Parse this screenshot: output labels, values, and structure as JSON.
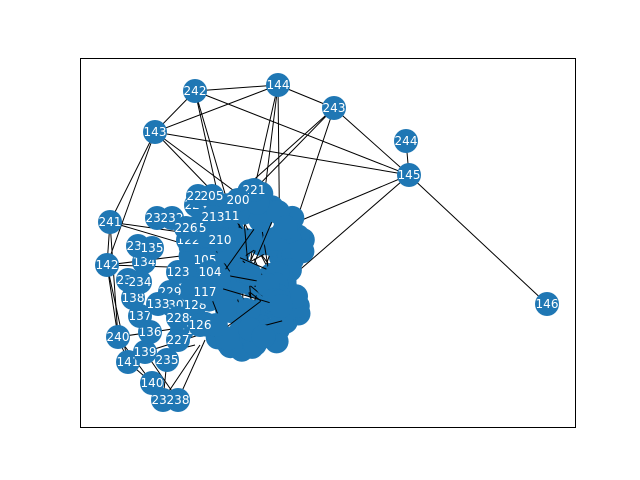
{
  "graph": {
    "node_color": "#1f77b4",
    "label_color": "#ffffff",
    "edge_color": "#000000",
    "outer_nodes": [
      {
        "id": "242"
      },
      {
        "id": "144"
      },
      {
        "id": "243"
      },
      {
        "id": "143"
      },
      {
        "id": "244"
      },
      {
        "id": "145"
      },
      {
        "id": "146"
      },
      {
        "id": "241"
      },
      {
        "id": "142"
      },
      {
        "id": "240"
      },
      {
        "id": "141"
      },
      {
        "id": "140"
      },
      {
        "id": "239"
      },
      {
        "id": "238"
      },
      {
        "id": "139"
      },
      {
        "id": "235"
      },
      {
        "id": "136"
      },
      {
        "id": "137"
      },
      {
        "id": "138"
      },
      {
        "id": "237"
      },
      {
        "id": "134"
      },
      {
        "id": "236"
      },
      {
        "id": "135"
      },
      {
        "id": "233"
      },
      {
        "id": "232"
      },
      {
        "id": "221"
      },
      {
        "id": "234"
      },
      {
        "id": "229"
      },
      {
        "id": "230"
      },
      {
        "id": "128"
      },
      {
        "id": "117"
      },
      {
        "id": "224"
      },
      {
        "id": "122"
      },
      {
        "id": "220"
      },
      {
        "id": "205"
      },
      {
        "id": "105"
      },
      {
        "id": "123"
      },
      {
        "id": "210"
      },
      {
        "id": "104"
      },
      {
        "id": "231"
      },
      {
        "id": "133"
      },
      {
        "id": "227"
      },
      {
        "id": "126"
      },
      {
        "id": "225"
      },
      {
        "id": "228"
      },
      {
        "id": "200"
      },
      {
        "id": "111"
      },
      {
        "id": "226"
      },
      {
        "id": "213"
      }
    ],
    "edges": [
      [
        "242",
        "144"
      ],
      [
        "144",
        "243"
      ],
      [
        "243",
        "145"
      ],
      [
        "244",
        "145"
      ],
      [
        "145",
        "146"
      ],
      [
        "143",
        "242"
      ],
      [
        "143",
        "144"
      ],
      [
        "143",
        "145"
      ],
      [
        "143",
        "241"
      ],
      [
        "143",
        "142"
      ],
      [
        "242",
        "145"
      ],
      [
        "144",
        "221"
      ],
      [
        "243",
        "221"
      ],
      [
        "241",
        "142"
      ],
      [
        "142",
        "240"
      ],
      [
        "240",
        "141"
      ],
      [
        "141",
        "140"
      ],
      [
        "140",
        "239"
      ],
      [
        "239",
        "238"
      ],
      [
        "241",
        "240"
      ],
      [
        "142",
        "141"
      ],
      [
        "240",
        "140"
      ],
      [
        "139",
        "238"
      ],
      [
        "235",
        "239"
      ],
      [
        "136",
        "139"
      ]
    ]
  }
}
